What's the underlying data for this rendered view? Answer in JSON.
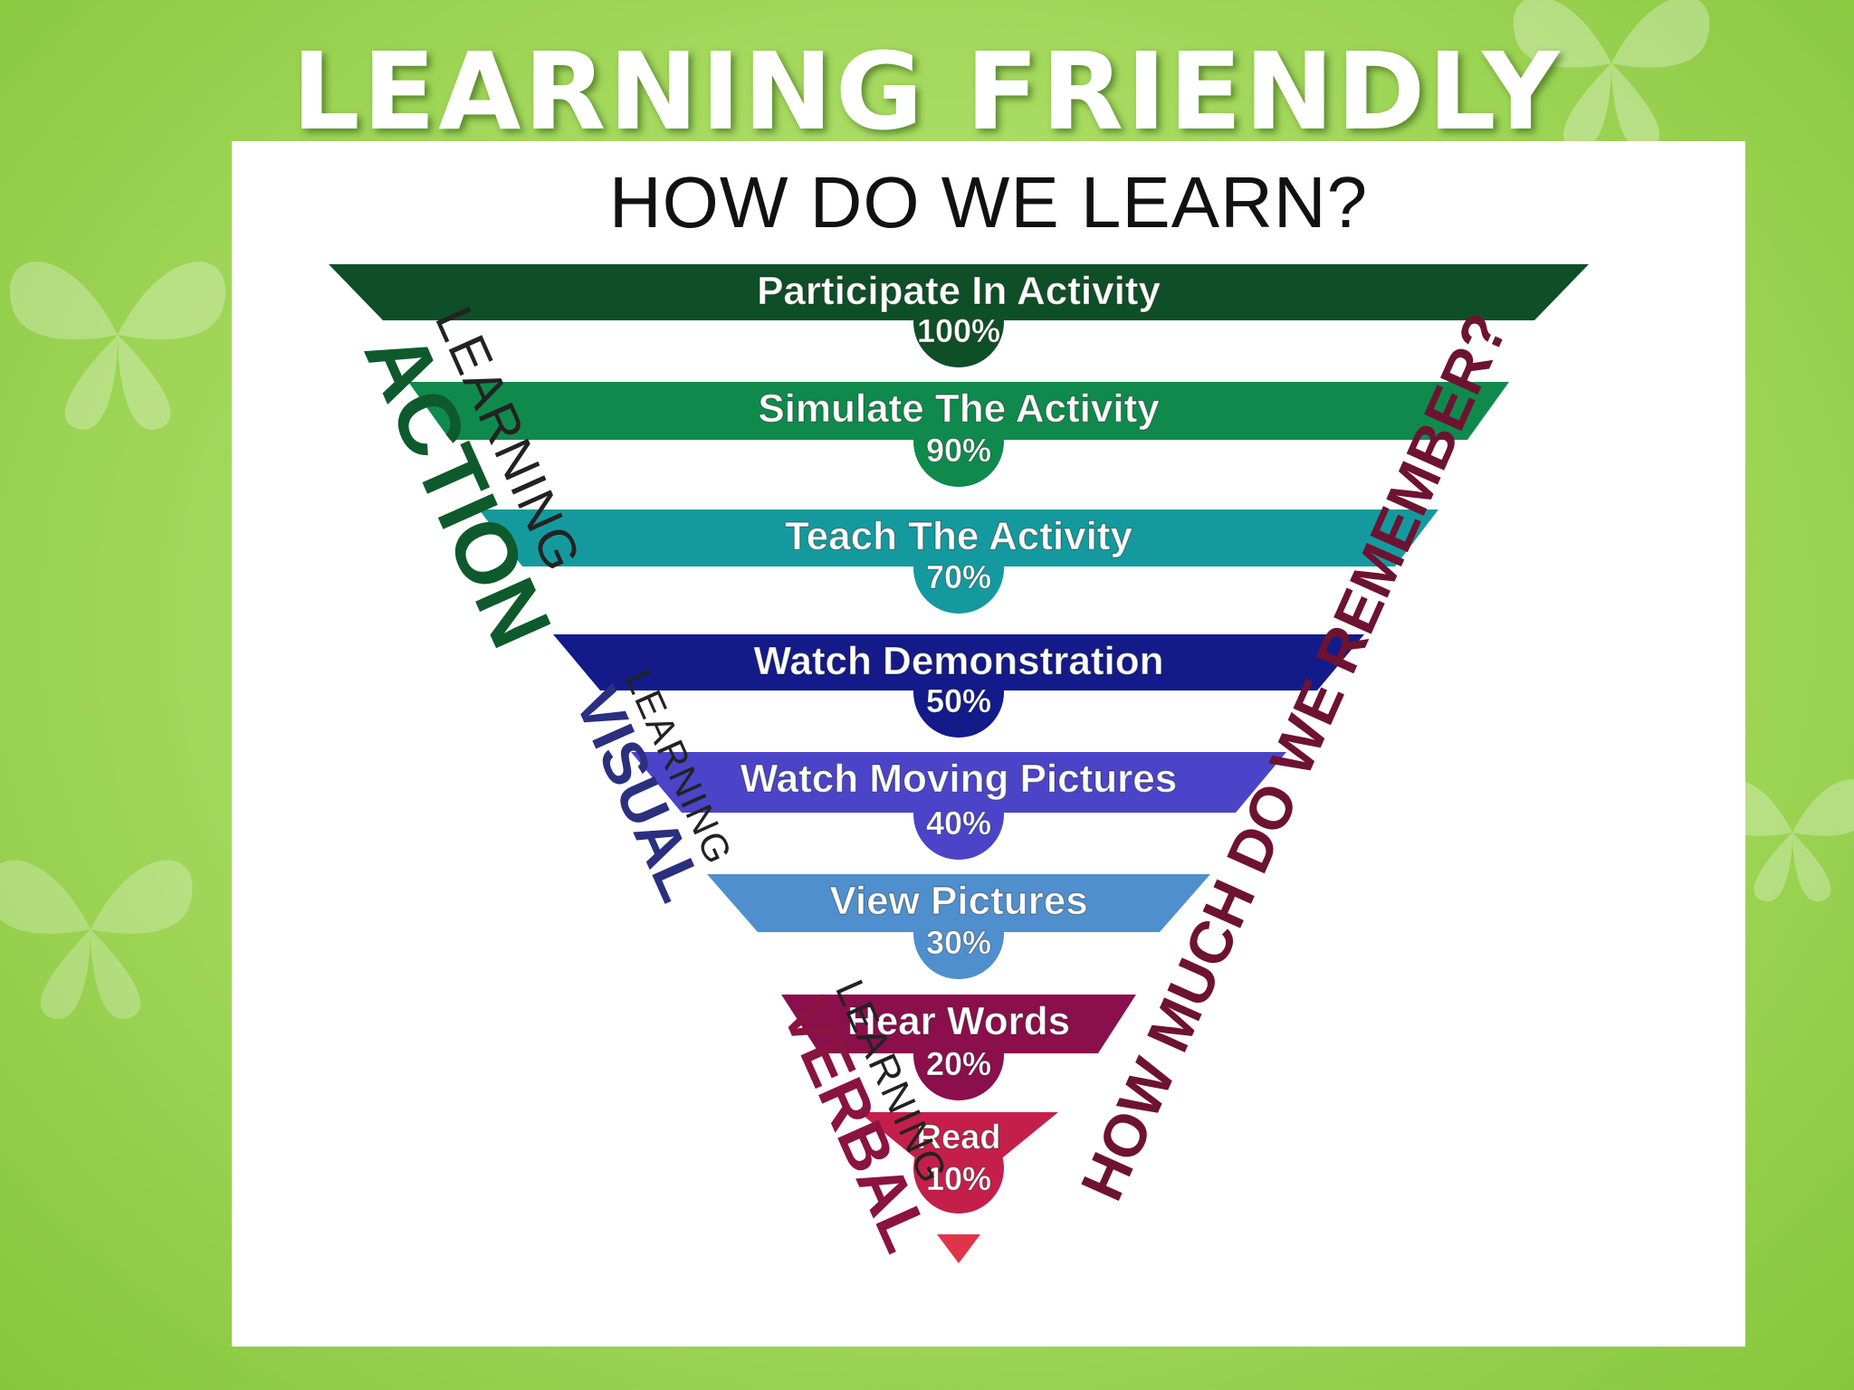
{
  "slide_title": "LEARNING FRIENDLY",
  "diagram_title": "HOW DO WE LEARN?",
  "levels": [
    {
      "activity": "Participate In Activity",
      "percent": "100%",
      "color": "#0e4f27"
    },
    {
      "activity": "Simulate The Activity",
      "percent": "90%",
      "color": "#0f8a4c"
    },
    {
      "activity": "Teach The Activity",
      "percent": "70%",
      "color": "#149a9e"
    },
    {
      "activity": "Watch Demonstration",
      "percent": "50%",
      "color": "#131b8a"
    },
    {
      "activity": "Watch Moving Pictures",
      "percent": "40%",
      "color": "#4c44c8"
    },
    {
      "activity": "View Pictures",
      "percent": "30%",
      "color": "#4f8fce"
    },
    {
      "activity": "Hear Words",
      "percent": "20%",
      "color": "#8a0f4c"
    },
    {
      "activity": "Read",
      "percent": "10%",
      "color": "#c41f4a"
    }
  ],
  "categories": [
    {
      "main": "ACTION",
      "sub": "LEARNING",
      "color": "#0e5a2c"
    },
    {
      "main": "VISUAL",
      "sub": "LEARNING",
      "color": "#2a2f80"
    },
    {
      "main": "VERBAL",
      "sub": "LEARNING",
      "color": "#8a1340"
    }
  ],
  "side_question": "HOW MUCH DO WE REMEMBER?",
  "side_question_color": "#6e1232"
}
